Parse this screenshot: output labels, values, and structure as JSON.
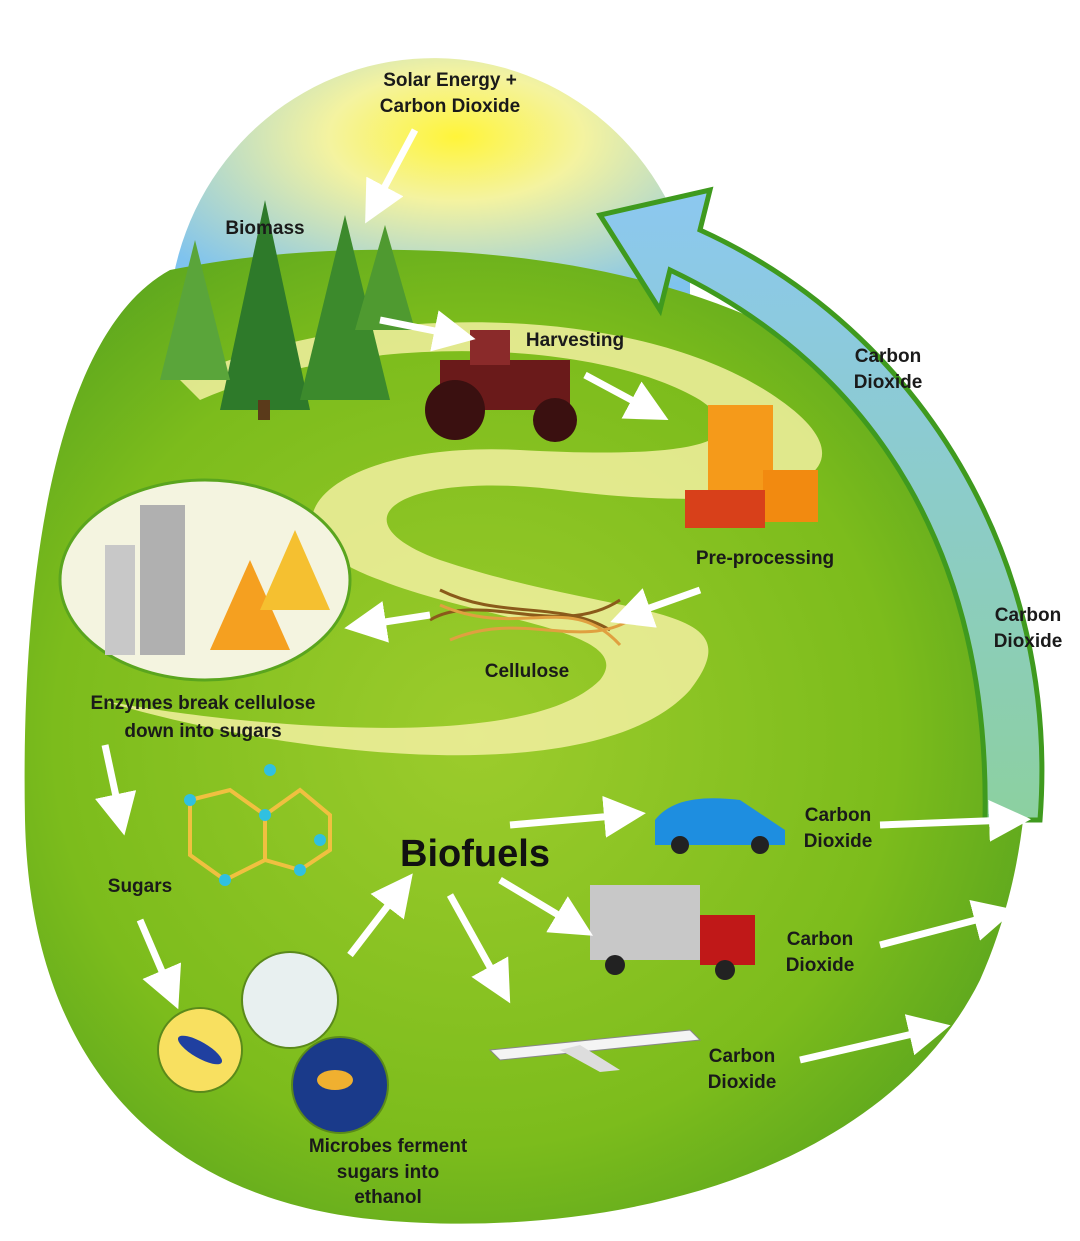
{
  "labels": {
    "solar_1": "Solar Energy +",
    "solar_2": "Carbon Dioxide",
    "biomass": "Biomass",
    "harvesting": "Harvesting",
    "co2_top_1": "Carbon",
    "co2_top_2": "Dioxide",
    "preprocessing": "Pre-processing",
    "co2_right_1": "Carbon",
    "co2_right_2": "Dioxide",
    "cellulose": "Cellulose",
    "enzymes_1": "Enzymes break cellulose",
    "enzymes_2": "down into sugars",
    "biofuels": "Biofuels",
    "co2_car_1": "Carbon",
    "co2_car_2": "Dioxide",
    "sugars": "Sugars",
    "co2_truck_1": "Carbon",
    "co2_truck_2": "Dioxide",
    "co2_plane_1": "Carbon",
    "co2_plane_2": "Dioxide",
    "microbes_1": "Microbes ferment",
    "microbes_2": "sugars into",
    "microbes_3": "ethanol"
  },
  "colors": {
    "green_dark": "#5aa51e",
    "green_light": "#b7d94a",
    "road": "#f2f0a0",
    "sky": "#8cc8f0",
    "sun": "#fff23a",
    "co2_arrow": "#8ccbe8"
  }
}
